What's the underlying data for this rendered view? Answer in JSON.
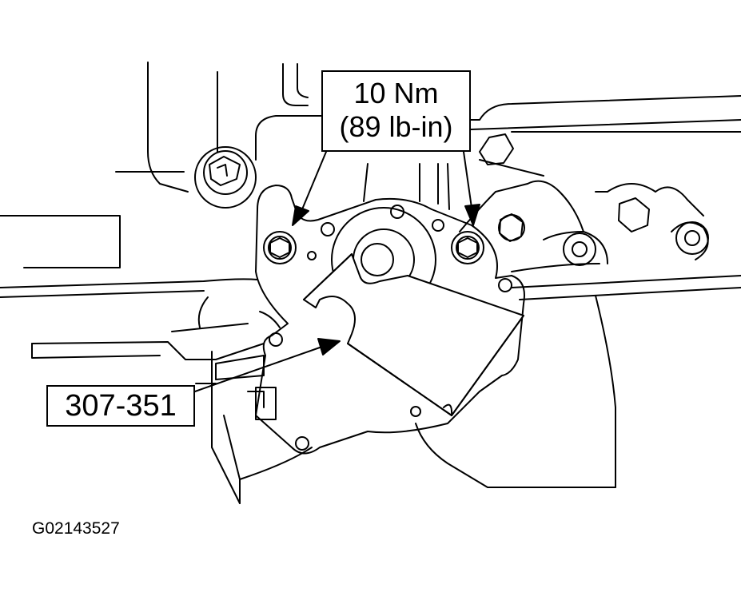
{
  "torque_label": {
    "metric": "10 Nm",
    "imperial": "(89 lb-in)"
  },
  "tool_label": "307-351",
  "figure_id": "G02143527"
}
